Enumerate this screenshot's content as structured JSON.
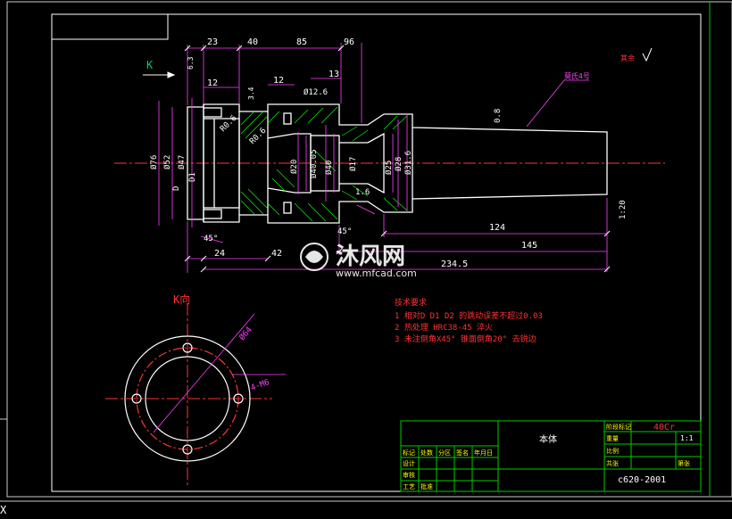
{
  "drawing": {
    "view_label_k": "K",
    "section_label": "K向",
    "dims_top": [
      "23",
      "40",
      "85",
      "96"
    ],
    "dims_upper": [
      "12",
      "13",
      "12",
      "3.4"
    ],
    "dims_diameters": [
      "Ø76",
      "Ø52",
      "Ø47",
      "D1",
      "D",
      "Ø12.6",
      "Ø40.05",
      "Ø40",
      "Ø20",
      "Ø17",
      "Ø25",
      "Ø31.6",
      "Ø28"
    ],
    "dims_small": [
      "R0.6",
      "R0.6",
      "1.6",
      "0.8",
      "45°",
      "45°"
    ],
    "dims_bottom": [
      "24",
      "42",
      "124",
      "145",
      "234.5"
    ],
    "taper_label": "莫氏4号",
    "roughness_note": "其余",
    "roughness_mark": "6.3",
    "angle_label": "1:20",
    "bolt_circle": "Ø64",
    "bolt_holes": "4-M6"
  },
  "notes": {
    "title": "技术要求",
    "items": [
      "1 相对D D1 D2 的跳动误差不超过0.03",
      "2 热处理 HRC38-45 淬火",
      "3 未注倒角X45° 锥面倒角20° 去锐边"
    ]
  },
  "title_block": {
    "part_name": "本体",
    "material": "40Cr",
    "scale": "1:1",
    "drawing_no": "c620-2001",
    "col_headers": [
      "标记",
      "处数",
      "分区",
      "签名",
      "年月日"
    ],
    "row_labels": [
      "设计",
      "审核",
      "工艺",
      "批准"
    ],
    "right_labels": [
      "阶段标记",
      "重量",
      "比例",
      "共张",
      "第张"
    ]
  },
  "watermark": {
    "brand": "沐风网",
    "url": "www.mfcad.com"
  },
  "corner_mark": "X",
  "colors": {
    "outline": "#ffffff",
    "dimension": "#ff40ff",
    "hatch": "#00ff00",
    "centerline": "#ff3333",
    "frame": "#00cc00",
    "note": "#ff3333",
    "yellow": "#ffff00"
  }
}
